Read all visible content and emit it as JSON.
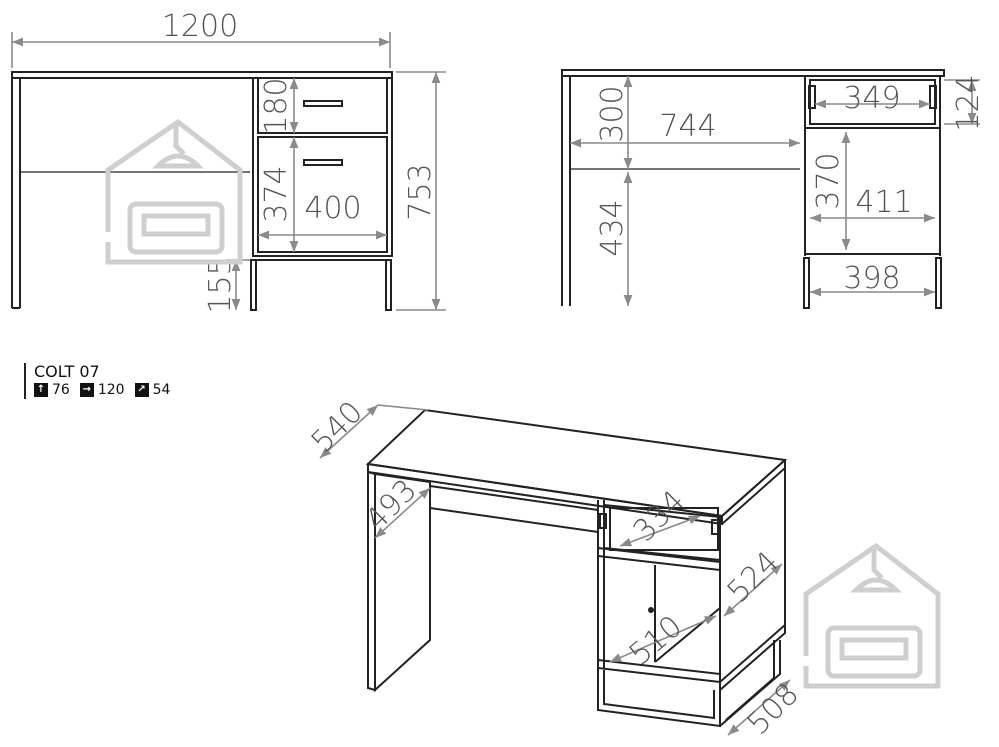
{
  "product": {
    "name": "COLT 07",
    "package": [
      {
        "icon": "arrow-up-icon",
        "glyph": "↑",
        "value": "76"
      },
      {
        "icon": "arrow-right-icon",
        "glyph": "→",
        "value": "120"
      },
      {
        "icon": "arrow-diagonal-icon",
        "glyph": "↗",
        "value": "54"
      }
    ]
  },
  "front_view": {
    "width": "1200",
    "drawer_top_height": "180",
    "drawer_bottom_height": "374",
    "drawer_width": "400",
    "leg_height": "155",
    "total_height": "753"
  },
  "back_view": {
    "top_height": "300",
    "knee_width": "744",
    "shelf_depth_height": "124",
    "drawer_width": "349",
    "under_height": "434",
    "cabinet_height": "370",
    "cabinet_width": "411",
    "leg_width": "398"
  },
  "iso_view": {
    "depth": "540",
    "side_depth": "493",
    "drawer_depth": "334",
    "cabinet_height": "524",
    "shelf_depth": "510",
    "base_depth": "508"
  },
  "colors": {
    "line": "#222222",
    "dimension": "#8a8a8a",
    "watermark": "#cfcfcf"
  }
}
